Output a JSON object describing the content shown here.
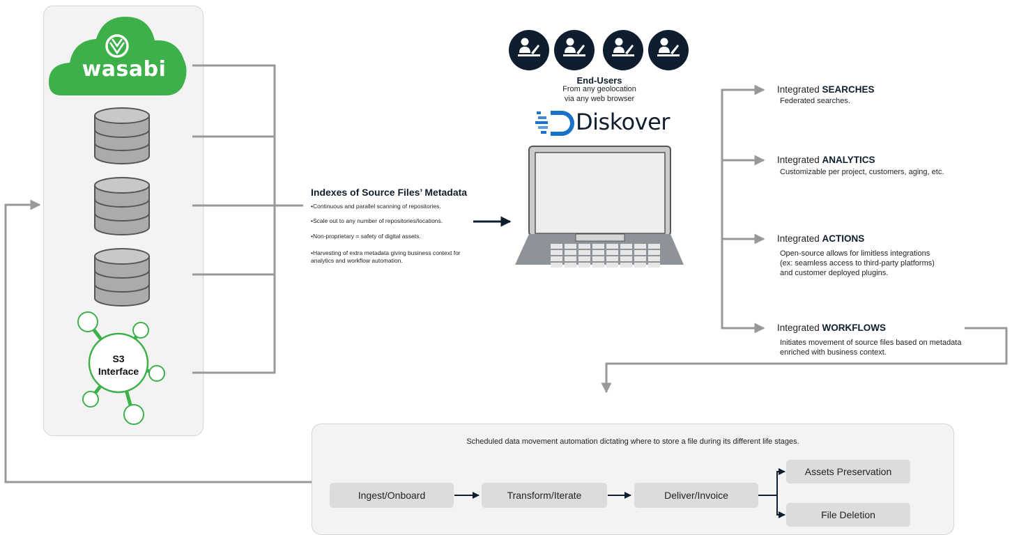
{
  "storage": {
    "brand": "wasabi",
    "s3_line1": "S3",
    "s3_line2": "Interface"
  },
  "indexes": {
    "title": "Indexes of Source Files’ Metadata",
    "items": [
      "•Continuous and parallel scanning of repositories.",
      "•Scale out to any number of repositories/locations.",
      "•Non-proprietary = safety of digital assets.",
      "•Harvesting of extra metadata giving business context for analytics and workflow automation."
    ]
  },
  "end_users": {
    "title": "End-Users",
    "line1": "From any geolocation",
    "line2": "via any web browser"
  },
  "diskover": {
    "name": "Diskover"
  },
  "capabilities": [
    {
      "prefix": "Integrated ",
      "name": "SEARCHES",
      "desc": [
        "Federated searches."
      ]
    },
    {
      "prefix": "Integrated ",
      "name": "ANALYTICS",
      "desc": [
        "Customizable per project, customers, aging, etc."
      ]
    },
    {
      "prefix": "Integrated ",
      "name": "ACTIONS",
      "desc": [
        "Open-source allows for limitless integrations",
        "(ex: seamless access to third-party platforms)",
        "and customer deployed plugins."
      ]
    },
    {
      "prefix": "Integrated ",
      "name": "WORKFLOWS",
      "desc": [
        "Initiates movement of source files based on metadata",
        "enriched with business context."
      ]
    }
  ],
  "automation": {
    "caption": "Scheduled data movement automation dictating where to store a file during its different life stages.",
    "stages": [
      "Ingest/Onboard",
      "Transform/Iterate",
      "Deliver/Invoice"
    ],
    "outcomes": [
      "Assets Preservation",
      "File Deletion"
    ]
  },
  "colors": {
    "wasabi_green": "#3db049",
    "navy": "#0f1e2e",
    "cylinder_fill": "#a9abad",
    "connector_gray": "#999999",
    "stage_fill": "#dcdcdc",
    "diskover_blue": "#1a73c8"
  }
}
